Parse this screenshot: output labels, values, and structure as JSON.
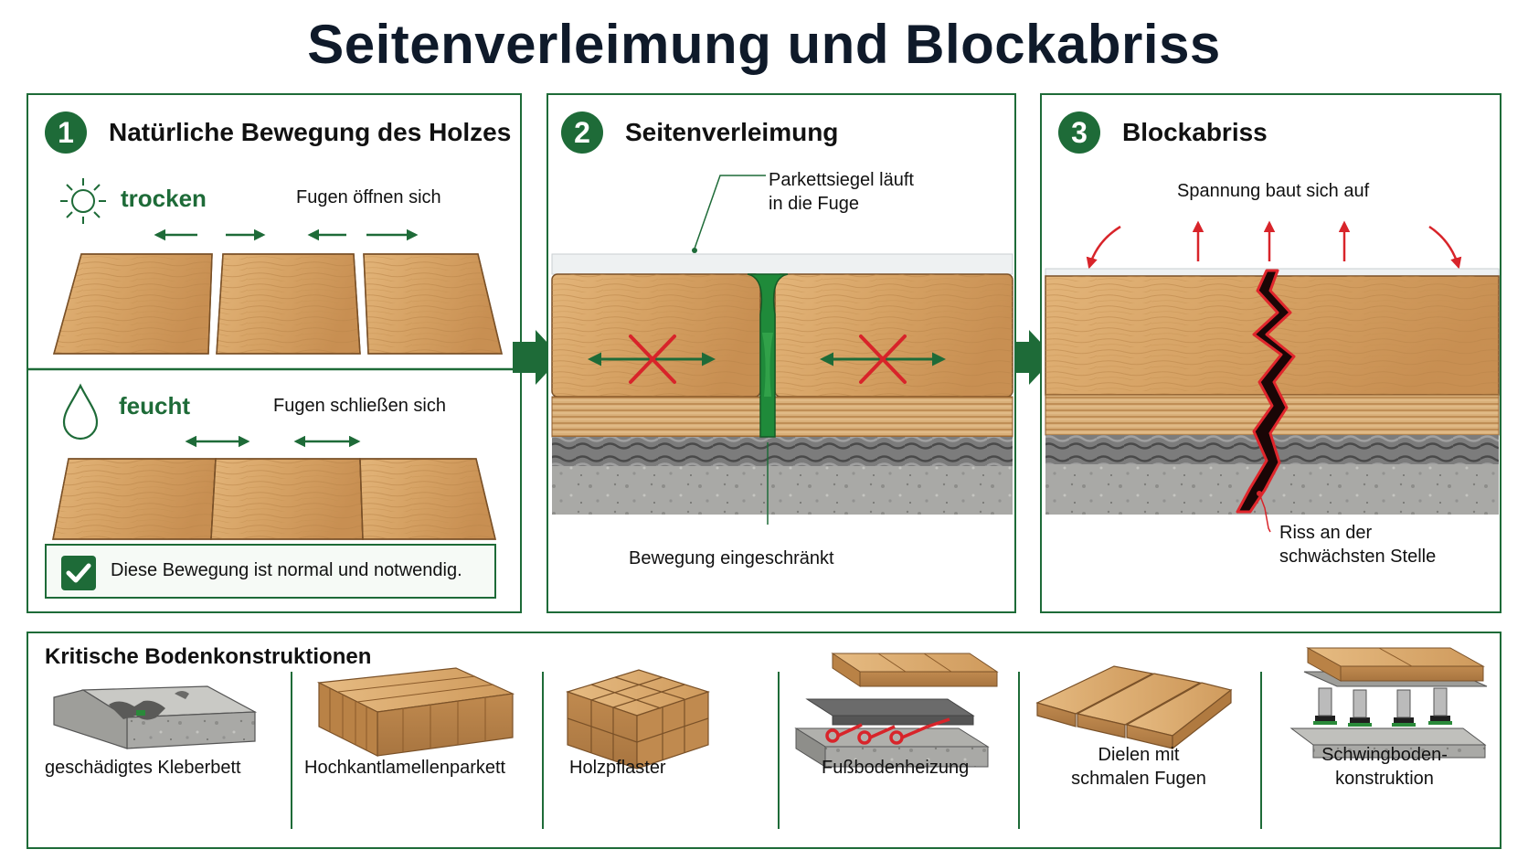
{
  "title": "Seitenverleimung und Blockabriss",
  "panels": [
    {
      "number": "1",
      "title": "Natürliche Bewegung des Holzes",
      "dry_label": "trocken",
      "dry_caption": "Fugen öffnen sich",
      "wet_label": "feucht",
      "wet_caption": "Fugen schließen sich",
      "note": "Diese Bewegung ist normal und notwendig."
    },
    {
      "number": "2",
      "title": "Seitenverleimung",
      "callout_top_line1": "Parkettsiegel läuft",
      "callout_top_line2": "in die Fuge",
      "callout_bottom": "Bewegung eingeschränkt"
    },
    {
      "number": "3",
      "title": "Blockabriss",
      "callout_top": "Spannung baut sich auf",
      "callout_bottom_line1": "Riss an der",
      "callout_bottom_line2": "schwächsten Stelle"
    }
  ],
  "critical": {
    "title": "Kritische Bodenkonstruktionen",
    "items": [
      {
        "label": "geschädigtes Kleberbett",
        "icon": "damaged-adhesive-bed-icon"
      },
      {
        "label": "Hochkantlamellenparkett",
        "icon": "edge-lamella-parquet-icon"
      },
      {
        "label": "Holzpflaster",
        "icon": "wood-block-paving-icon"
      },
      {
        "label": "Fußbodenheizung",
        "icon": "floor-heating-icon"
      },
      {
        "label_line1": "Dielen mit",
        "label_line2": "schmalen Fugen",
        "icon": "planks-narrow-joints-icon"
      },
      {
        "label_line1": "Schwingboden-",
        "label_line2": "konstruktion",
        "icon": "sprung-floor-icon"
      }
    ]
  },
  "colors": {
    "accent": "#1e6b38",
    "warning": "#d8242a",
    "wood": "#d9a868"
  }
}
